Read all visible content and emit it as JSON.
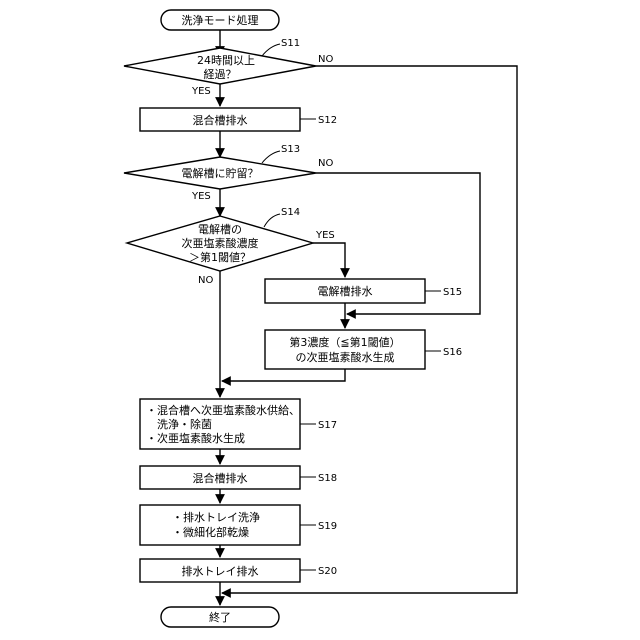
{
  "nodes": {
    "start": "洗浄モード処理",
    "d11": [
      "24時間以上",
      "経過？"
    ],
    "p12": "混合槽排水",
    "d13": "電解槽に貯留？",
    "d14": [
      "電解槽の",
      "次亜塩素酸濃度",
      "＞第1閾値？"
    ],
    "p15": "電解槽排水",
    "p16": [
      "第3濃度（≦第1閾値）",
      "の次亜塩素酸水生成"
    ],
    "p17": [
      "・混合槽へ次亜塩素酸水供給、",
      "　洗浄・除菌",
      "・次亜塩素酸水生成"
    ],
    "p18": "混合槽排水",
    "p19": [
      "・排水トレイ洗浄",
      "・微細化部乾燥"
    ],
    "p20": "排水トレイ排水",
    "end": "終了"
  },
  "steps": {
    "s11": "S11",
    "s12": "S12",
    "s13": "S13",
    "s14": "S14",
    "s15": "S15",
    "s16": "S16",
    "s17": "S17",
    "s18": "S18",
    "s19": "S19",
    "s20": "S20"
  },
  "branches": {
    "yes": "YES",
    "no": "NO"
  }
}
